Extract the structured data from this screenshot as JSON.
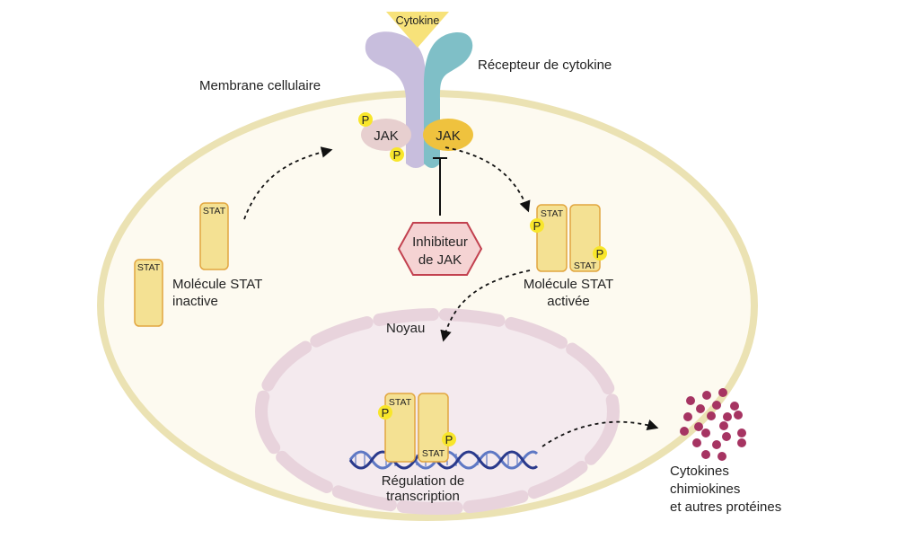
{
  "labels": {
    "cytokine": "Cytokine",
    "receptor": "Récepteur de cytokine",
    "membrane": "Membrane cellulaire",
    "jak_left": "JAK",
    "jak_right": "JAK",
    "inhibitor_line1": "Inhibiteur",
    "inhibitor_line2": "de JAK",
    "stat_inactive_line1": "Molécule STAT",
    "stat_inactive_line2": "inactive",
    "stat_active_line1": "Molécule STAT",
    "stat_active_line2": "activée",
    "nucleus": "Noyau",
    "transcription_line1": "Régulation de",
    "transcription_line2": "transcription",
    "output_line1": "Cytokines",
    "output_line2": "chimiokines",
    "output_line3": "et autres protéines",
    "stat": "STAT",
    "p": "P"
  },
  "colors": {
    "cell_fill": "#fdfaf0",
    "cell_stroke": "#ebe2b3",
    "nucleus_fill": "#f4eaee",
    "nucleus_stroke": "#e8d3dc",
    "receptor_left": "#c8bedd",
    "receptor_right": "#7fbfc7",
    "cytokine": "#f7e27a",
    "jak_left": "#e7cfcf",
    "jak_right": "#efc23e",
    "stat_fill": "#f4e193",
    "stat_stroke": "#e2a640",
    "phospho": "#f8e62b",
    "inhibitor_fill": "#f5d3d3",
    "inhibitor_stroke": "#c2414f",
    "dna_dark": "#2a3a8c",
    "dna_light": "#5e78c4",
    "product_dots": "#a63462"
  }
}
